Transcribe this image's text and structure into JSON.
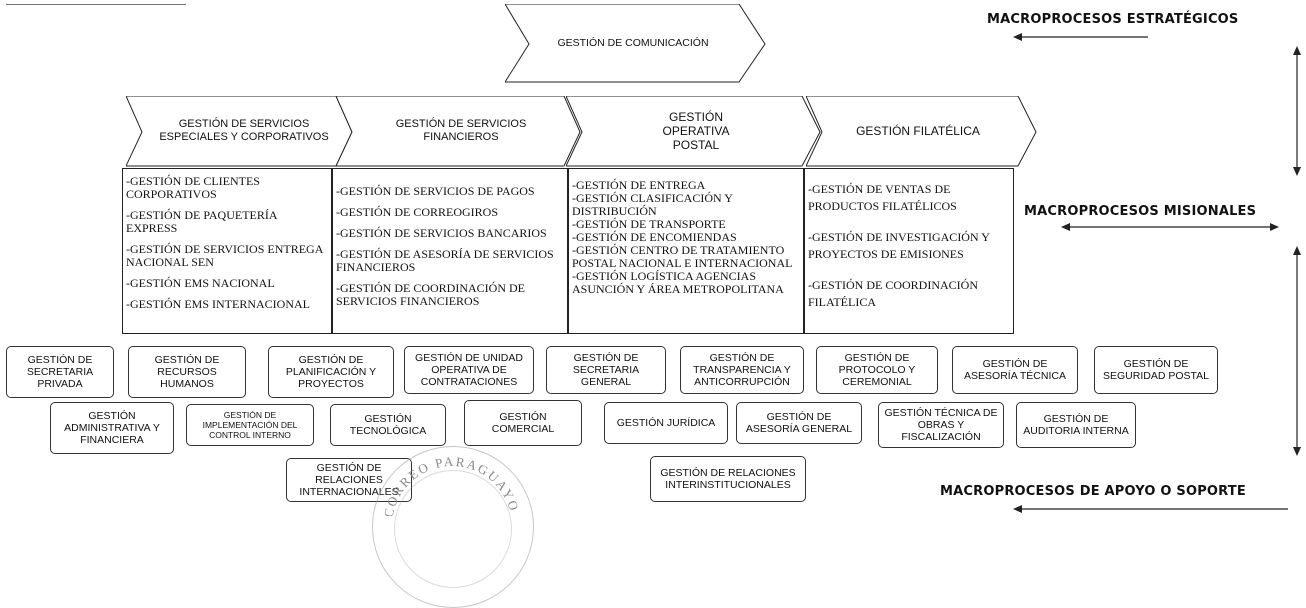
{
  "top_cut_text": "/// ·· ·· ////",
  "strategic": {
    "label": "MACROPROCESOS ESTRATÉGICOS",
    "process": "GESTIÓN DE COMUNICACIÓN"
  },
  "missional": {
    "label": "MACROPROCESOS MISIONALES",
    "headers": [
      "GESTIÓN DE SERVICIOS ESPECIALES Y CORPORATIVOS",
      "GESTIÓN DE SERVICIOS FINANCIEROS",
      "GESTIÓN OPERATIVA POSTAL",
      "GESTIÓN FILATÉLICA"
    ],
    "columns": [
      [
        "-GESTIÓN DE CLIENTES CORPORATIVOS",
        "-GESTIÓN DE PAQUETERÍA EXPRESS",
        "-GESTIÓN DE SERVICIOS ENTREGA NACIONAL SEN",
        "-GESTIÓN EMS NACIONAL",
        "-GESTIÓN EMS INTERNACIONAL"
      ],
      [
        "-GESTIÓN DE SERVICIOS DE PAGOS",
        "-GESTIÓN DE CORREOGIROS",
        "-GESTIÓN DE SERVICIOS BANCARIOS",
        "-GESTIÓN DE ASESORÍA DE SERVICIOS FINANCIEROS",
        "-GESTIÓN DE COORDINACIÓN DE SERVICIOS FINANCIEROS"
      ],
      [
        "-GESTIÓN DE ENTREGA",
        "-GESTIÓN CLASIFICACIÓN Y DISTRIBUCIÓN",
        "-GESTIÓN DE TRANSPORTE",
        "-GESTIÓN DE ENCOMIENDAS",
        "-GESTIÓN CENTRO DE TRATAMIENTO POSTAL NACIONAL E INTERNACIONAL",
        "-GESTIÓN LOGÍSTICA AGENCIAS ASUNCIÓN Y ÁREA METROPOLITANA"
      ],
      [
        "-GESTIÓN DE VENTAS DE PRODUCTOS FILATÉLICOS",
        "-GESTIÓN DE INVESTIGACIÓN Y PROYECTOS DE EMISIONES",
        "-GESTIÓN DE COORDINACIÓN FILATÉLICA"
      ]
    ]
  },
  "support": {
    "label": "MACROPROCESOS DE APOYO O SOPORTE",
    "row1": [
      "GESTIÓN DE SECRETARIA PRIVADA",
      "GESTIÓN DE RECURSOS HUMANOS",
      "GESTIÓN DE PLANIFICACIÓN Y PROYECTOS",
      "GESTIÓN DE UNIDAD OPERATIVA DE CONTRATACIONES",
      "GESTIÓN DE SECRETARIA GENERAL",
      "GESTIÓN DE TRANSPARENCIA Y ANTICORRUPCIÓN",
      "GESTIÓN DE PROTOCOLO Y CEREMONIAL",
      "GESTIÓN DE ASESORÍA TÉCNICA",
      "GESTIÓN DE SEGURIDAD POSTAL"
    ],
    "row2": [
      "GESTIÓN ADMINISTRATIVA Y FINANCIERA",
      "GESTIÓN DE IMPLEMENTACIÓN DEL CONTROL INTERNO",
      "GESTIÓN TECNOLÓGICA",
      "GESTIÓN COMERCIAL",
      "GESTIÓN JURÍDICA",
      "GESTIÓN DE ASESORÍA GENERAL",
      "GESTIÓN TÉCNICA DE OBRAS Y FISCALIZACIÓN",
      "GESTIÓN DE AUDITORIA INTERNA"
    ],
    "row3": [
      "GESTIÓN DE RELACIONES INTERNACIONALES",
      "GESTIÓN DE RELACIONES INTERINSTITUCIONALES"
    ]
  },
  "seal_text": "CORREO PARAGUAYO"
}
